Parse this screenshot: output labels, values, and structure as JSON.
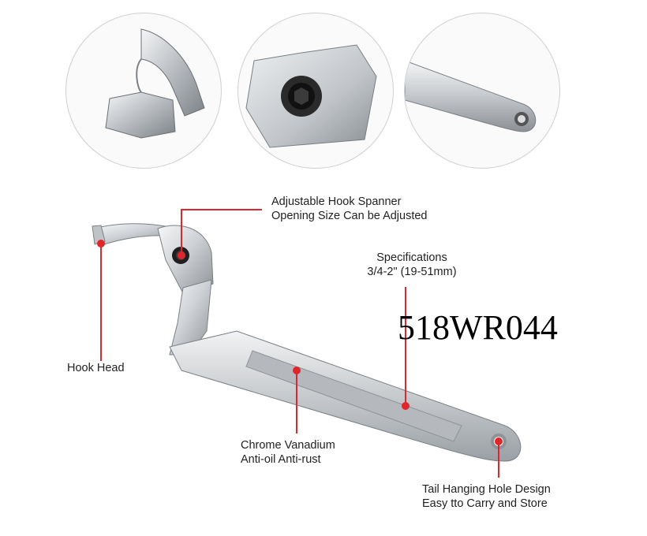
{
  "callouts": {
    "adjustable_line1": "Adjustable Hook Spanner",
    "adjustable_line2": "Opening Size Can be Adjusted",
    "spec_line1": "Specifications",
    "spec_line2": "3/4-2\" (19-51mm)",
    "hook_head": "Hook Head",
    "chrome_line1": "Chrome Vanadium",
    "chrome_line2": "Anti-oil Anti-rust",
    "tail_line1": "Tail Hanging Hole Design",
    "tail_line2": "Easy tto Carry and Store"
  },
  "model_number": "518WR044",
  "colors": {
    "accent": "#e0262b",
    "steel": "#c9ccd0"
  },
  "icons": {
    "detail_1": "hook-tip-closeup",
    "detail_2": "hex-pivot-closeup",
    "detail_3": "handle-hole-closeup"
  }
}
